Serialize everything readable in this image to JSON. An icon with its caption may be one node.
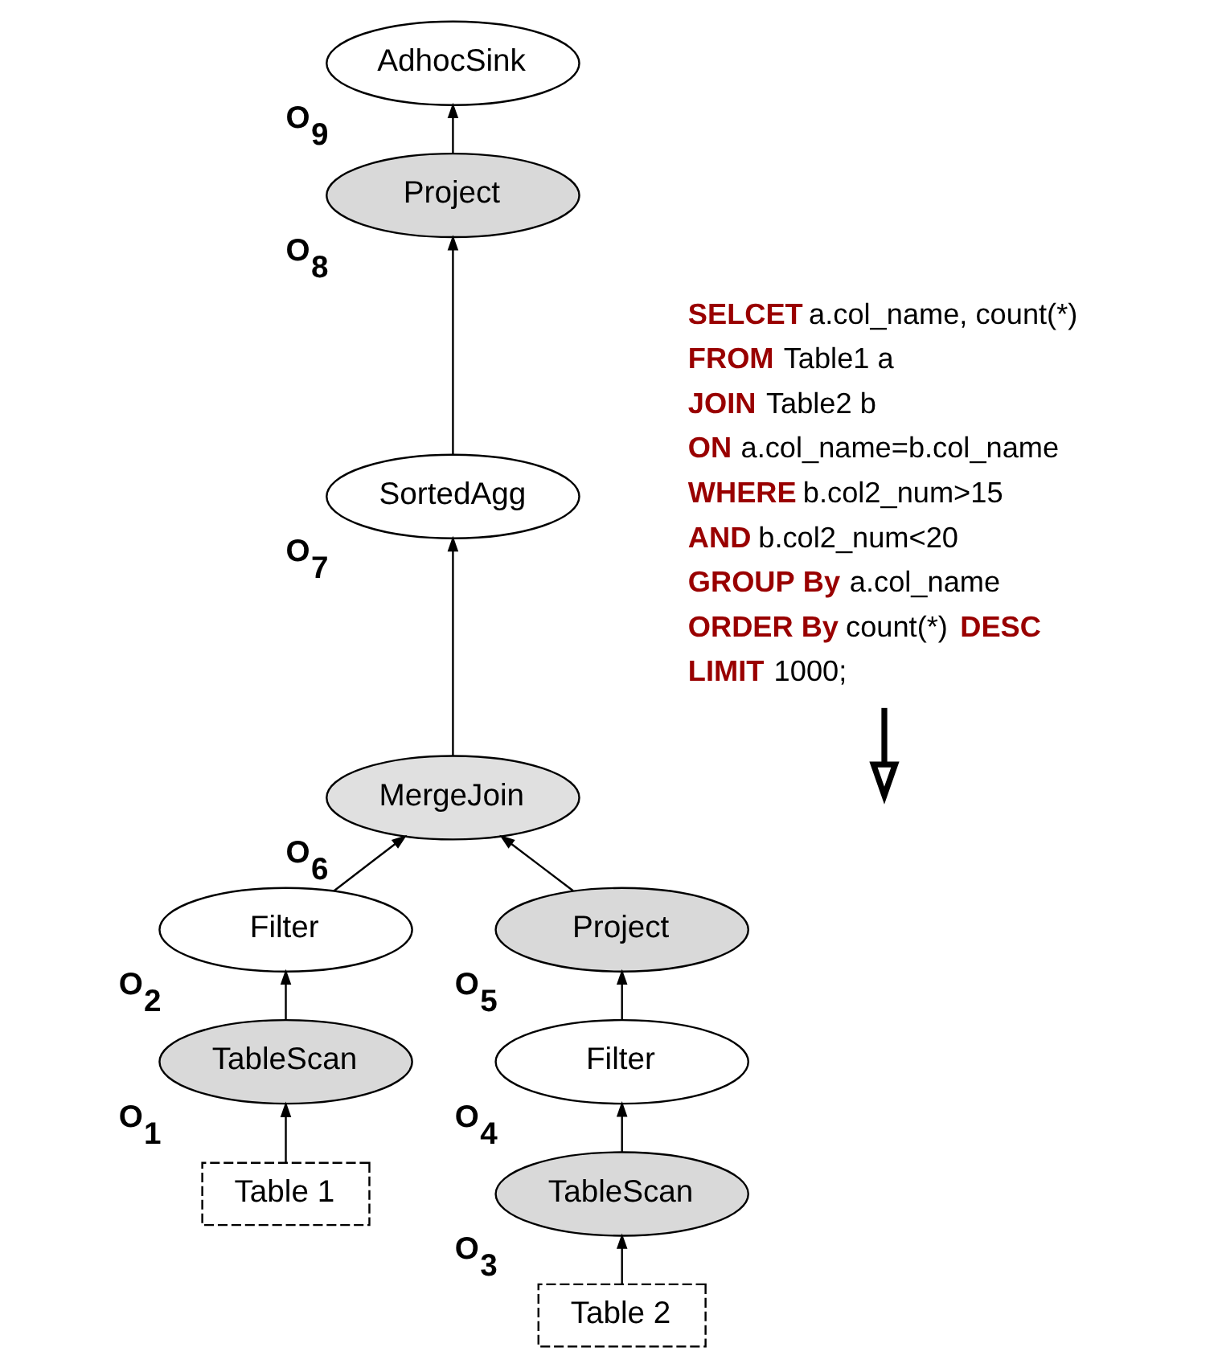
{
  "diagram": {
    "nodes": [
      {
        "text": [
          "AdhocSink"
        ],
        "beside": [
          "O$_{9}$"
        ]
      },
      {
        "text": [
          "**SELCET** a.col_name, count(*)",
          "**FROM** Table1 a",
          "**JOIN** Table2 b",
          "**ON** a.col_name=b.col_name",
          "**WHERE** b.col2_num>15",
          "**AND** b.col2_num<20",
          "**GROUP By** a.col_name",
          "**ORDER By** count(*) **DESC**",
          "**LIMIT** 1000;"
        ]
      },
      {
        "text": [
          "Project"
        ],
        "beside": [
          "O$_{8}$"
        ]
      },
      {
        "text": [
          "SortedAgg"
        ],
        "beside": [
          "O$_{7}$"
        ]
      },
      {
        "text": [
          "MergeJoin"
        ],
        "beside": [
          "O$_{6}$"
        ]
      },
      {
        "text": [
          "Filter"
        ],
        "beside": [
          "O$_{2}$"
        ]
      },
      {
        "text": [
          "Project"
        ],
        "beside": [
          "O$_{5}$"
        ]
      },
      {
        "text": [
          "TableScan"
        ],
        "beside": [
          "O$_{1}$"
        ]
      },
      {
        "text": [
          "Filter"
        ],
        "beside": [
          "O$_{4}$"
        ]
      },
      {
        "text": [
          "Table 1"
        ]
      },
      {
        "text": [
          "TableScan"
        ],
        "beside": [
          "O$_{3}$"
        ]
      },
      {
        "text": [
          "Table 2"
        ]
      }
    ],
    "edges": [
      {
        "from": 2,
        "to": 0,
        "arrow": "to"
      },
      {
        "from": 3,
        "to": 2,
        "arrow": "to"
      },
      {
        "from": 4,
        "to": 3,
        "arrow": "to"
      },
      {
        "from": 5,
        "to": 4,
        "arrow": "to"
      },
      {
        "from": 6,
        "to": 4,
        "arrow": "to"
      },
      {
        "from": 7,
        "to": 5,
        "arrow": "to"
      },
      {
        "from": 8,
        "to": 6,
        "arrow": "to"
      },
      {
        "from": 9,
        "to": 7,
        "arrow": "to"
      },
      {
        "from": 10,
        "to": 8,
        "arrow": "to"
      },
      {
        "from": 11,
        "to": 10,
        "arrow": "to"
      },
      {
        "from": 1,
        "to": null,
        "arrow": "to",
        "style": "thick"
      }
    ]
  }
}
